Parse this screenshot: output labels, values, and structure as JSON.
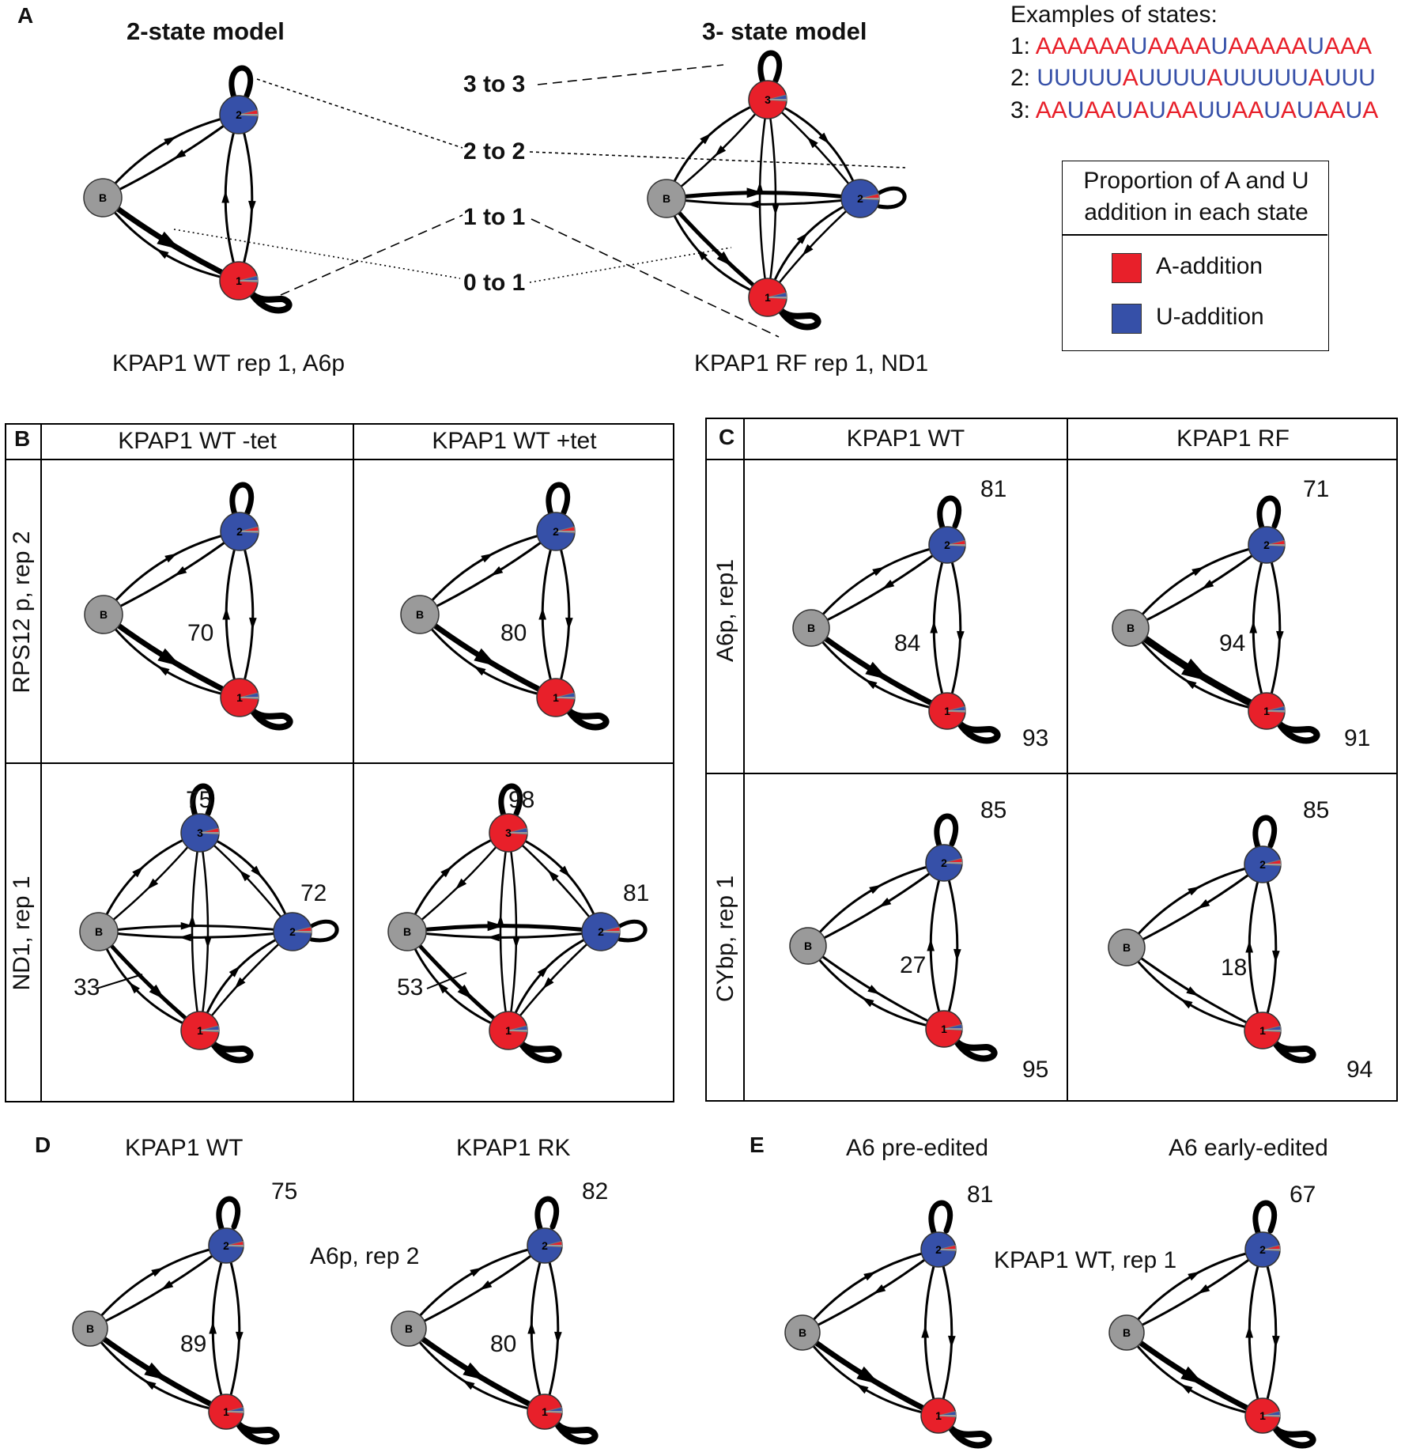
{
  "colors": {
    "red": "#e8202a",
    "blue": "#3650a8",
    "grey": "#9a9a9a",
    "black": "#000000"
  },
  "panelA": {
    "label": "A",
    "title_2state": "2-state model",
    "title_3state": "3- state model",
    "caption_left": "KPAP1 WT rep 1, A6p",
    "caption_right": "KPAP1 RF rep 1, ND1",
    "map_labels": [
      "3 to 3",
      "2 to 2",
      "1 to 1",
      "0 to 1"
    ],
    "examples_title": "Examples of states:",
    "examples": [
      {
        "prefix": "1: ",
        "seq": "AAAAAAUAAAAUAAAAAUAAA"
      },
      {
        "prefix": "2: ",
        "seq": "UUUUUAUUUUAUUUUUAUUU"
      },
      {
        "prefix": "3: ",
        "seq": "AAUAAUAUAAUUAAUAUAAUA"
      }
    ],
    "legend_title_1": "Proportion of A and U",
    "legend_title_2": "addition in each state",
    "legend_a": "A-addition",
    "legend_u": "U-addition"
  },
  "panelB": {
    "label": "B",
    "col1": "KPAP1 WT -tet",
    "col2": "KPAP1 WT +tet",
    "row1": "RPS12 p, rep 2",
    "row2": "ND1, rep 1",
    "values": {
      "r1c1": "70",
      "r1c2": "80",
      "r2c1_top": "75",
      "r2c1_right": "72",
      "r2c1_bottom": "33",
      "r2c2_top": "98",
      "r2c2_right": "81",
      "r2c2_bottom": "53"
    }
  },
  "panelC": {
    "label": "C",
    "col1": "KPAP1 WT",
    "col2": "KPAP1 RF",
    "row1": "A6p, rep1",
    "row2": "CYbp, rep 1",
    "values": {
      "r1c1_top": "81",
      "r1c1_mid": "84",
      "r1c1_bot": "93",
      "r1c2_top": "71",
      "r1c2_mid": "94",
      "r1c2_bot": "91",
      "r2c1_top": "85",
      "r2c1_mid": "27",
      "r2c1_bot": "95",
      "r2c2_top": "85",
      "r2c2_mid": "18",
      "r2c2_bot": "94"
    }
  },
  "panelD": {
    "label": "D",
    "col1": "KPAP1 WT",
    "col2": "KPAP1 RK",
    "center": "A6p, rep 2",
    "values": {
      "c1_top": "75",
      "c1_mid": "89",
      "c2_top": "82",
      "c2_mid": "80"
    }
  },
  "panelE": {
    "label": "E",
    "col1": "A6 pre-edited",
    "col2": "A6 early-edited",
    "center": "KPAP1 WT, rep 1",
    "values": {
      "c1_top": "81",
      "c2_top": "67"
    }
  },
  "node_labels": {
    "b": "B",
    "s1": "1",
    "s2": "2",
    "s3": "3"
  }
}
